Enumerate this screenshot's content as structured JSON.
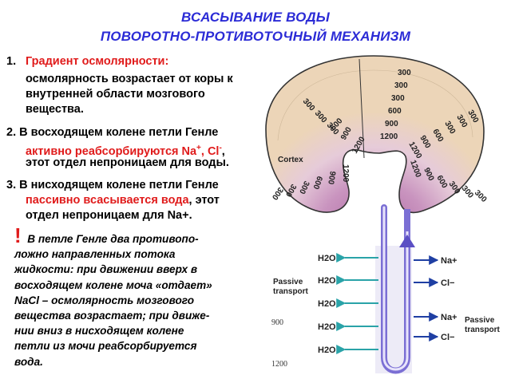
{
  "title": {
    "line1": "ВСАСЫВАНИЕ ВОДЫ",
    "line2": "ПОВОРОТНО-ПРОТИВОТОЧНЫЙ МЕХАНИЗМ"
  },
  "points": {
    "p1": {
      "num": "1.",
      "heading": "Градиент осмолярности:",
      "line2": "осмолярность возрастает от коры к",
      "line3": "внутренней области мозгового",
      "line4": "вещества."
    },
    "p2": {
      "num": "2.",
      "start": "В восходящем колене петли Генле",
      "red": "активно реабсорбируются Na",
      "sup1": "+",
      "mid": ", Cl",
      "sup2": "-",
      "end": ",",
      "line3": "этот отдел непроницаем для воды."
    },
    "p3": {
      "num": "3.",
      "start": "В нисходящем колене петли Генле",
      "red": "пассивно всасывается вода",
      "end": ", этот",
      "line3": "отдел непроницаем для Na+."
    }
  },
  "note": {
    "mark": "!",
    "lines": [
      "В петле Генле два противопо-",
      "ложно направленных потока",
      "жидкости: при движении вверх в",
      "восходящем колене моча «отдает»",
      "NaCl – осмолярность мозгового",
      "вещества возрастает; при движе-",
      "нии вниз в нисходящем колене",
      "петли из мочи реабсорбируется",
      "вода."
    ]
  },
  "diagram": {
    "cortex_label": "Cortex",
    "left_values": [
      "300",
      "300",
      "300",
      "600",
      "900",
      "1200"
    ],
    "top_right_values": [
      "300",
      "300",
      "300",
      "600",
      "900",
      "1200"
    ],
    "outer_right_values": [
      "300",
      "300",
      "300",
      "600",
      "900",
      "1200"
    ],
    "inner_left_values": [
      "1200",
      "900",
      "600",
      "300",
      "300",
      "300"
    ],
    "inner_right_values": [
      "1200",
      "900",
      "600",
      "300",
      "300",
      "300"
    ],
    "passive_left": "Passive transport",
    "passive_right": "Passive transport",
    "water": "H2O",
    "na": "Na+",
    "cl": "Cl−",
    "val_900": "900",
    "val_1200": "1200",
    "colors": {
      "cortex": "#ecd5b8",
      "medulla": "#c38ab5",
      "loop": "#7b6fd4",
      "arrow_water": "#2aa3a8",
      "arrow_ion": "#1f3fa3",
      "title": "#2b2bd6",
      "accent_red": "#e01b1b"
    }
  }
}
